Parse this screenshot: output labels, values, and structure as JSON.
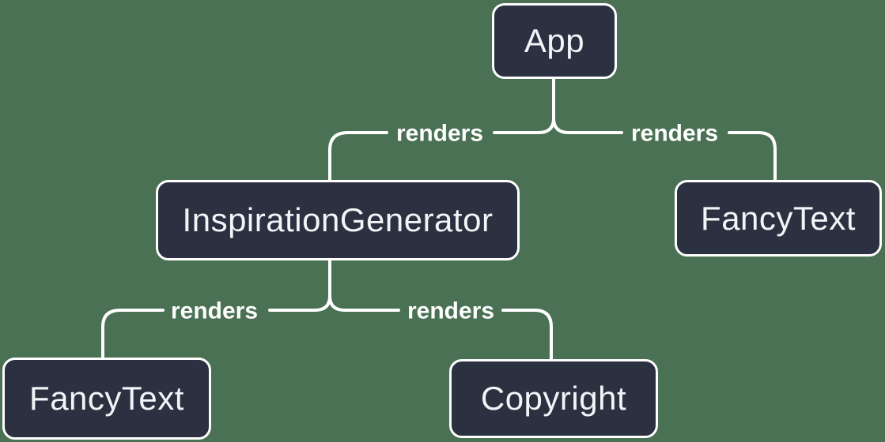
{
  "diagram": {
    "type": "component-render-tree",
    "nodes": [
      {
        "id": "app",
        "label": "App"
      },
      {
        "id": "inspiration-generator",
        "label": "InspirationGenerator"
      },
      {
        "id": "fancy-text-top",
        "label": "FancyText"
      },
      {
        "id": "fancy-text-bottom",
        "label": "FancyText"
      },
      {
        "id": "copyright",
        "label": "Copyright"
      }
    ],
    "edges": [
      {
        "from": "App",
        "to": "InspirationGenerator",
        "label": "renders"
      },
      {
        "from": "App",
        "to": "FancyText",
        "label": "renders"
      },
      {
        "from": "InspirationGenerator",
        "to": "FancyText",
        "label": "renders"
      },
      {
        "from": "InspirationGenerator",
        "to": "Copyright",
        "label": "renders"
      }
    ],
    "colors": {
      "background": "#4a7153",
      "node_fill": "#2b3140",
      "node_border": "#ffffff",
      "node_text": "#f2f4f7",
      "line": "#ffffff",
      "edge_label_text": "#ffffff"
    }
  }
}
